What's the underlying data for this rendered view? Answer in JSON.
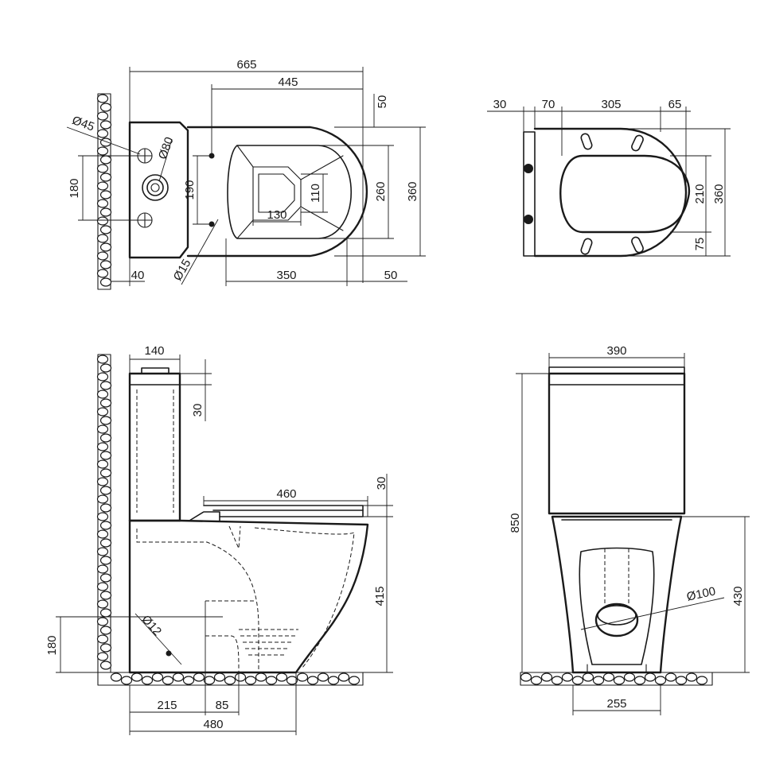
{
  "views": {
    "top": {
      "dims": {
        "overall_length": "665",
        "bowl_length": "445",
        "rim_offset_top": "50",
        "diam_45": "Ø45",
        "diam_80": "Ø80",
        "inlet_spacing": "180",
        "mount_spacing": "190",
        "bowl_inner_width": "110",
        "bowl_width": "260",
        "overall_width": "360",
        "bowl_inner_length": "130",
        "wall_offset": "40",
        "diam_15": "Ø15",
        "bowl_front": "350",
        "rim_offset_bottom": "50"
      }
    },
    "seat": {
      "dims": {
        "hinge_offset": "30",
        "hinge_spacing": "70",
        "seat_length": "305",
        "front_offset": "65",
        "seat_inner_width": "210",
        "seat_width": "360",
        "pad_offset": "75"
      }
    },
    "side": {
      "dims": {
        "tank_depth": "140",
        "tank_lid": "30",
        "seat_thickness": "30",
        "seat_depth": "460",
        "bowl_height": "415",
        "inlet_height": "180",
        "diam_12": "Ø12",
        "outlet_wall": "215",
        "outlet_width": "85",
        "overall_depth": "480"
      }
    },
    "front": {
      "dims": {
        "tank_width": "390",
        "overall_height": "850",
        "diam_100": "Ø100",
        "pedestal_height": "430",
        "base_width": "255"
      }
    }
  }
}
